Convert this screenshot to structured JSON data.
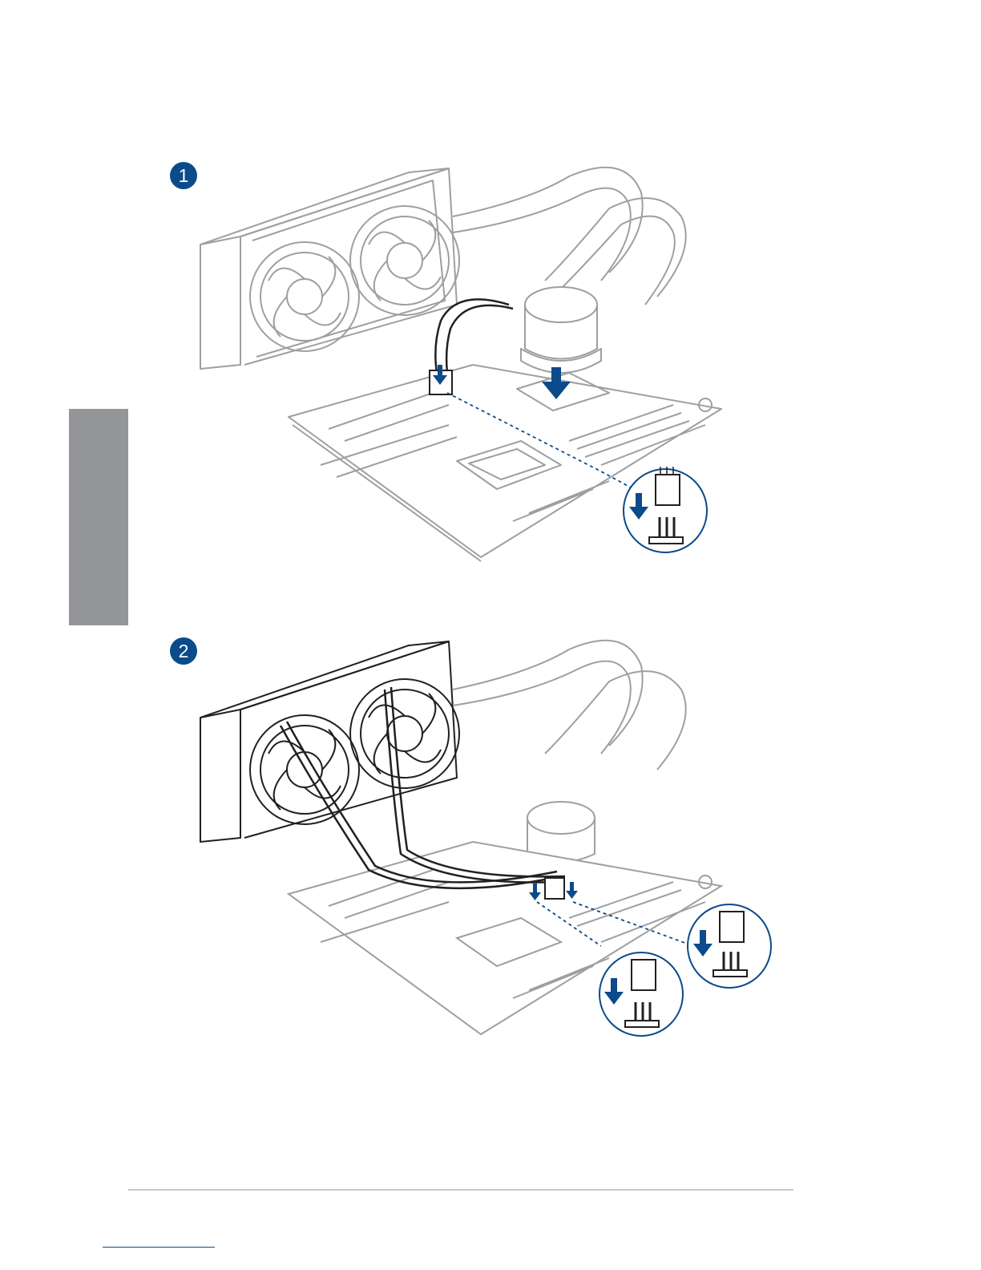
{
  "steps": [
    {
      "number": "1",
      "figure_icon": "aio-pump-to-cpu-fan-header-illustration"
    },
    {
      "number": "2",
      "figure_icon": "radiator-fans-to-headers-illustration"
    }
  ],
  "colors": {
    "accent": "#0b4a8b",
    "side_tab": "#939598",
    "line_art": "#9d9fa2",
    "cable": "#231f20",
    "footer_rule": "#c8c9cb"
  }
}
